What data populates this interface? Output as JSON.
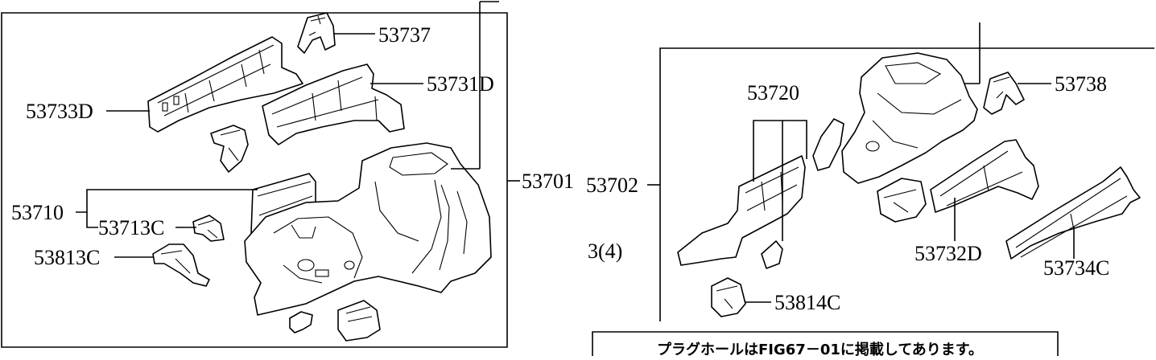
{
  "labels": {
    "p53737": "53737",
    "p53731D": "53731D",
    "p53733D": "53733D",
    "p53701": "53701",
    "p53710": "53710",
    "p53713C": "53713C",
    "p53813C": "53813C",
    "p53702": "53702",
    "p53720": "53720",
    "p53738": "53738",
    "p53732D": "53732D",
    "p53734C": "53734C",
    "p53814C": "53814C",
    "qty": "3(4)"
  },
  "note": "プラグホールはFIG67－01に掲載してあります。"
}
